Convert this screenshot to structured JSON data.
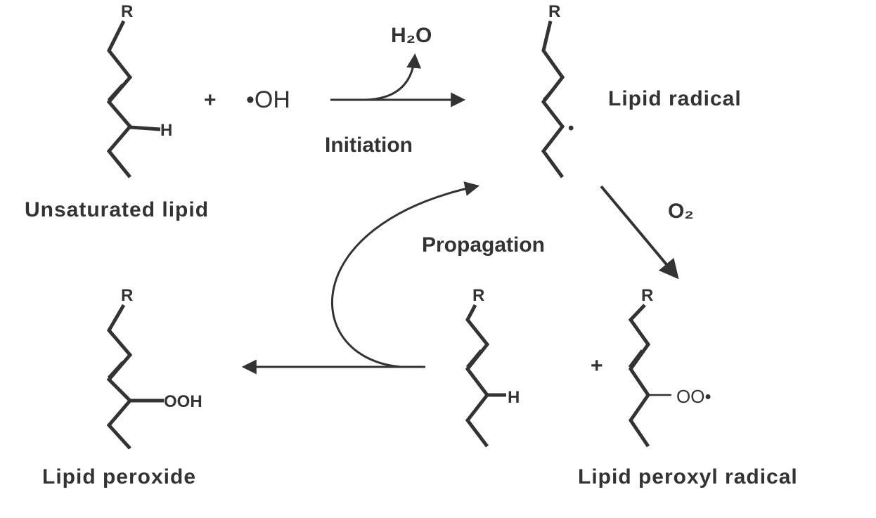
{
  "reactants": {
    "plus_1": "+",
    "hydroxyl": "•OH",
    "water": "H₂O",
    "oxygen": "O₂",
    "plus_2": "+"
  },
  "steps": {
    "initiation": "Initiation",
    "propagation": "Propagation"
  },
  "molecules": {
    "unsaturated_lipid": {
      "label": "Unsaturated lipid",
      "r": "R",
      "group": "H"
    },
    "lipid_radical": {
      "label": "Lipid radical",
      "r": "R",
      "group": "•"
    },
    "lipid_peroxide": {
      "label": "Lipid peroxide",
      "r": "R",
      "group": "OOH"
    },
    "reacting_lipid": {
      "r": "R",
      "group": "H"
    },
    "lipid_peroxyl_radical": {
      "label": "Lipid peroxyl radical",
      "r": "R",
      "group": "OO•"
    }
  }
}
